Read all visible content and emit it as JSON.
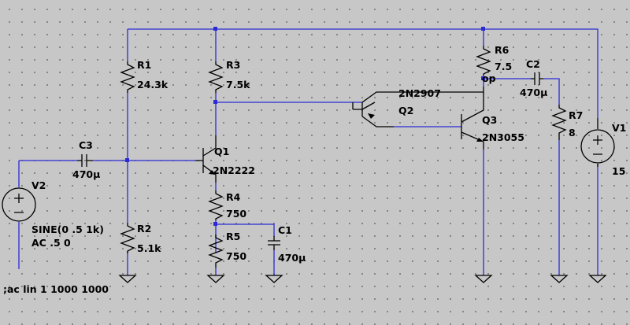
{
  "components": {
    "R1": {
      "name": "R1",
      "value": "24.3k"
    },
    "R2": {
      "name": "R2",
      "value": "5.1k"
    },
    "R3": {
      "name": "R3",
      "value": "7.5k"
    },
    "R4": {
      "name": "R4",
      "value": "750"
    },
    "R5": {
      "name": "R5",
      "value": "750"
    },
    "R6": {
      "name": "R6",
      "value": "7.5"
    },
    "R7": {
      "name": "R7",
      "value": "8"
    },
    "C1": {
      "name": "C1",
      "value": "470µ"
    },
    "C2": {
      "name": "C2",
      "value": "470µ"
    },
    "C3": {
      "name": "C3",
      "value": "470µ"
    },
    "Q1": {
      "name": "Q1",
      "model": "2N2222"
    },
    "Q2": {
      "name": "Q2",
      "model": "2N2907"
    },
    "Q3": {
      "name": "Q3",
      "model": "2N3055"
    },
    "V1": {
      "name": "V1",
      "value": "15"
    },
    "V2": {
      "name": "V2",
      "line1": "SINE(0 .5 1k)",
      "line2": "AC .5 0"
    }
  },
  "net_label": "op",
  "directive": ";ac lin 1 1000 1000",
  "colors": {
    "background": "#c7c7c7",
    "wire": "#2b2bd6",
    "component": "#000000",
    "grid_dot": "#4a4a4a"
  }
}
